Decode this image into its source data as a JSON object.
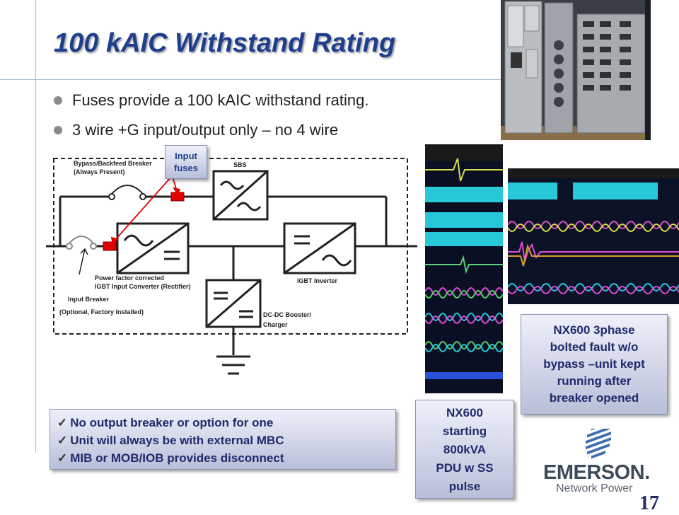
{
  "slide": {
    "title": "100 kAIC Withstand Rating",
    "bullets": [
      "Fuses provide a 100 kAIC withstand rating.",
      "3 wire +G input/output only – no 4 wire"
    ],
    "page_number": "17"
  },
  "diagram": {
    "bypass_label_1": "Bypass/Backfeed Breaker",
    "bypass_label_2": "(Always Present)",
    "sbs_label": "SBS",
    "input_fuses_callout_1": "Input",
    "input_fuses_callout_2": "fuses",
    "rectifier_label_1": "Power factor corrected",
    "rectifier_label_2": "IGBT Input Converter (Rectifier)",
    "inverter_label": "IGBT Inverter",
    "input_breaker_label_1": "Input Breaker",
    "input_breaker_label_2": "(Optional, Factory Installed)",
    "booster_label_1": "DC-DC Booster/",
    "booster_label_2": "Charger"
  },
  "checklist": [
    "No output breaker or option for one",
    "Unit will always be with external MBC",
    "MIB or MOB/IOB provides disconnect"
  ],
  "callouts": {
    "startup_lines": [
      "NX600",
      "starting",
      "800kVA",
      "PDU w SS",
      "pulse"
    ],
    "fault_lines": [
      "NX600 3phase",
      "bolted fault w/o",
      "bypass –unit kept",
      "running after",
      "breaker opened"
    ]
  },
  "logo": {
    "name": "EMERSON.",
    "subtitle": "Network Power"
  },
  "colors": {
    "title": "#1f3e8e",
    "callout_text": "#1f2a6b",
    "fuse_red": "#e00000",
    "arrow_red": "#e00000"
  }
}
